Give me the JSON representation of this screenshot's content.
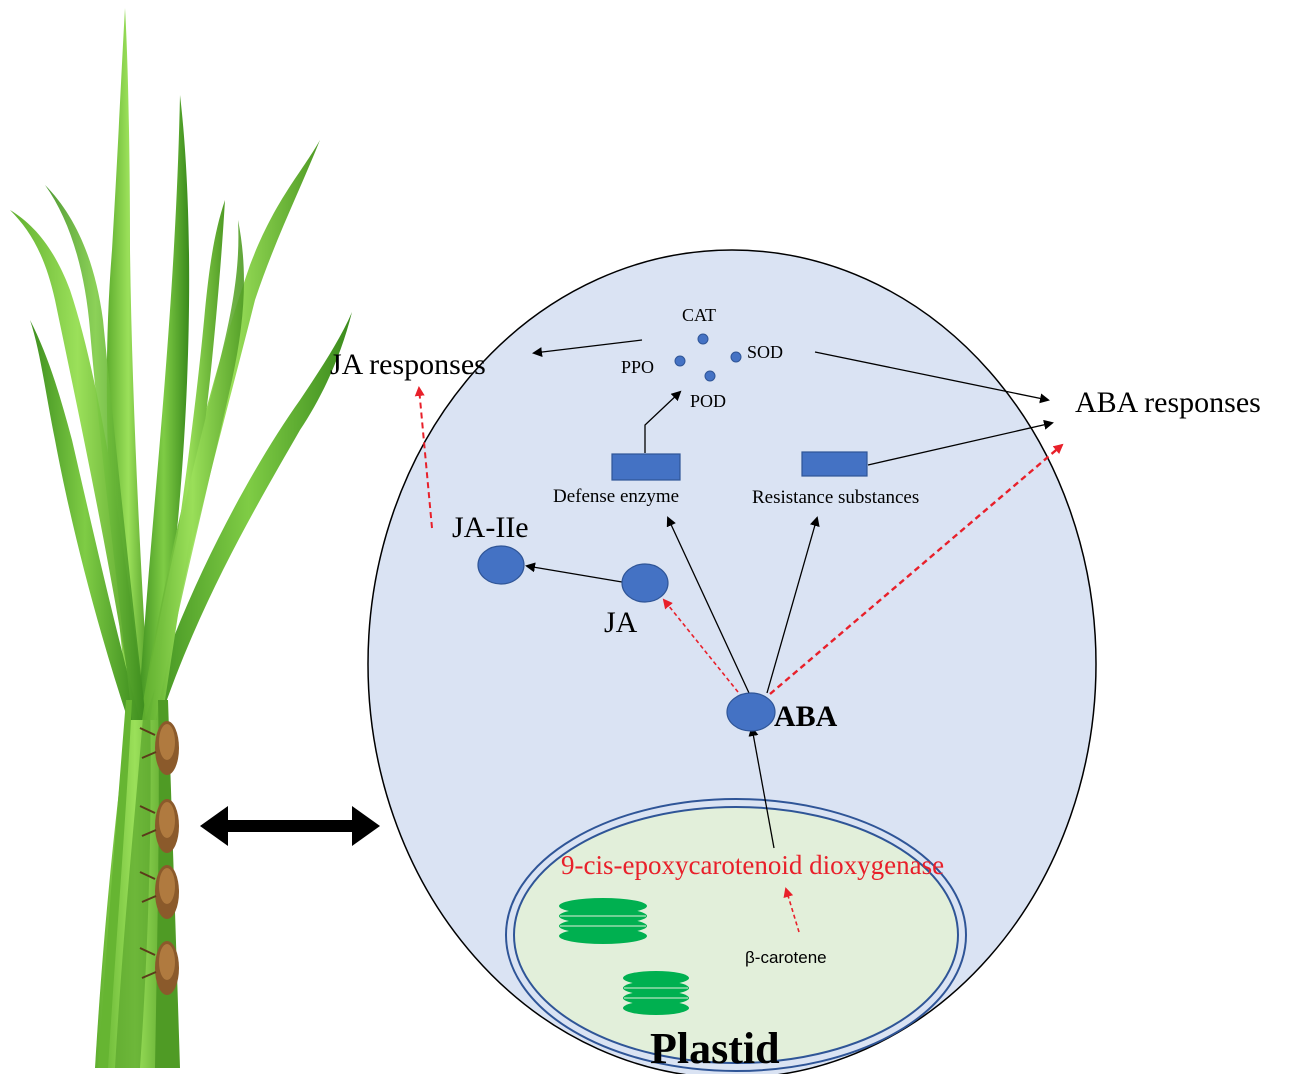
{
  "labels": {
    "ja_responses": "JA responses",
    "aba_responses": "ABA responses",
    "cat": "CAT",
    "sod": "SOD",
    "ppo": "PPO",
    "pod": "POD",
    "defense_enzyme": "Defense enzyme",
    "resistance_substances": "Resistance substances",
    "ja_ile": "JA-IIe",
    "ja": "JA",
    "aba": "ABA",
    "nced": "9-cis-epoxycarotenoid dioxygenase",
    "beta_carotene": "β-carotene",
    "plastid": "Plastid"
  },
  "colors": {
    "cell_fill": "#dae3f3",
    "plastid_fill": "#e2efda",
    "node_blue": "#4472c4",
    "outline_blue": "#2f5597",
    "grana_green": "#00b050",
    "red_arrow": "#e8202a",
    "plant_green": "#7ac943",
    "insect_brown": "#8b5a2b"
  },
  "icons": {
    "plant": "rice-plant-icon",
    "insect": "planthopper-icon",
    "double_arrow": "double-arrow-icon"
  }
}
